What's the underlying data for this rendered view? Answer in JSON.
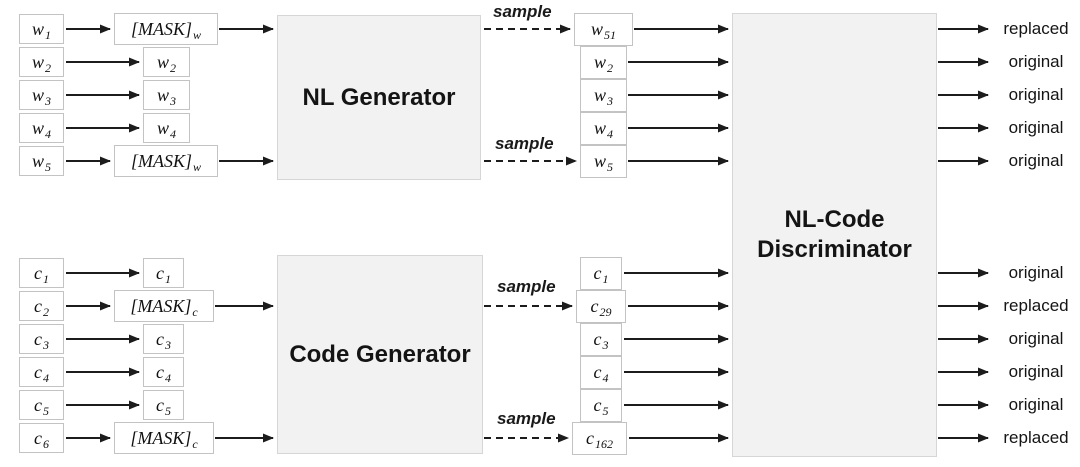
{
  "colors": {
    "background": "#ffffff",
    "block_fill": "#f2f2f2",
    "block_border": "#d6d6d6",
    "token_box_border": "#c3c3c3",
    "arrow": "#1c1c1c",
    "text": "#111111"
  },
  "nl_section": {
    "inputs": [
      {
        "base": "w",
        "sub": "1"
      },
      {
        "base": "w",
        "sub": "2"
      },
      {
        "base": "w",
        "sub": "3"
      },
      {
        "base": "w",
        "sub": "4"
      },
      {
        "base": "w",
        "sub": "5"
      }
    ],
    "masked": [
      {
        "base": "[MASK]",
        "sub": "w"
      },
      {
        "base": "w",
        "sub": "2"
      },
      {
        "base": "w",
        "sub": "3"
      },
      {
        "base": "w",
        "sub": "4"
      },
      {
        "base": "[MASK]",
        "sub": "w"
      }
    ],
    "generator_label": "NL Generator",
    "sample_label_1": "sample",
    "sample_label_2": "sample",
    "sampled": [
      {
        "base": "w",
        "sub": "51"
      },
      {
        "base": "w",
        "sub": "2"
      },
      {
        "base": "w",
        "sub": "3"
      },
      {
        "base": "w",
        "sub": "4"
      },
      {
        "base": "w",
        "sub": "5"
      }
    ],
    "outputs": [
      "replaced",
      "original",
      "original",
      "original",
      "original"
    ]
  },
  "code_section": {
    "inputs": [
      {
        "base": "c",
        "sub": "1"
      },
      {
        "base": "c",
        "sub": "2"
      },
      {
        "base": "c",
        "sub": "3"
      },
      {
        "base": "c",
        "sub": "4"
      },
      {
        "base": "c",
        "sub": "5"
      },
      {
        "base": "c",
        "sub": "6"
      }
    ],
    "masked": [
      {
        "base": "c",
        "sub": "1"
      },
      {
        "base": "[MASK]",
        "sub": "c"
      },
      {
        "base": "c",
        "sub": "3"
      },
      {
        "base": "c",
        "sub": "4"
      },
      {
        "base": "c",
        "sub": "5"
      },
      {
        "base": "[MASK]",
        "sub": "c"
      }
    ],
    "generator_label": "Code Generator",
    "sample_label_1": "sample",
    "sample_label_2": "sample",
    "sampled": [
      {
        "base": "c",
        "sub": "1"
      },
      {
        "base": "c",
        "sub": "29"
      },
      {
        "base": "c",
        "sub": "3"
      },
      {
        "base": "c",
        "sub": "4"
      },
      {
        "base": "c",
        "sub": "5"
      },
      {
        "base": "c",
        "sub": "162"
      }
    ],
    "outputs": [
      "original",
      "replaced",
      "original",
      "original",
      "original",
      "replaced"
    ]
  },
  "discriminator": {
    "line1": "NL-Code",
    "line2": "Discriminator"
  }
}
